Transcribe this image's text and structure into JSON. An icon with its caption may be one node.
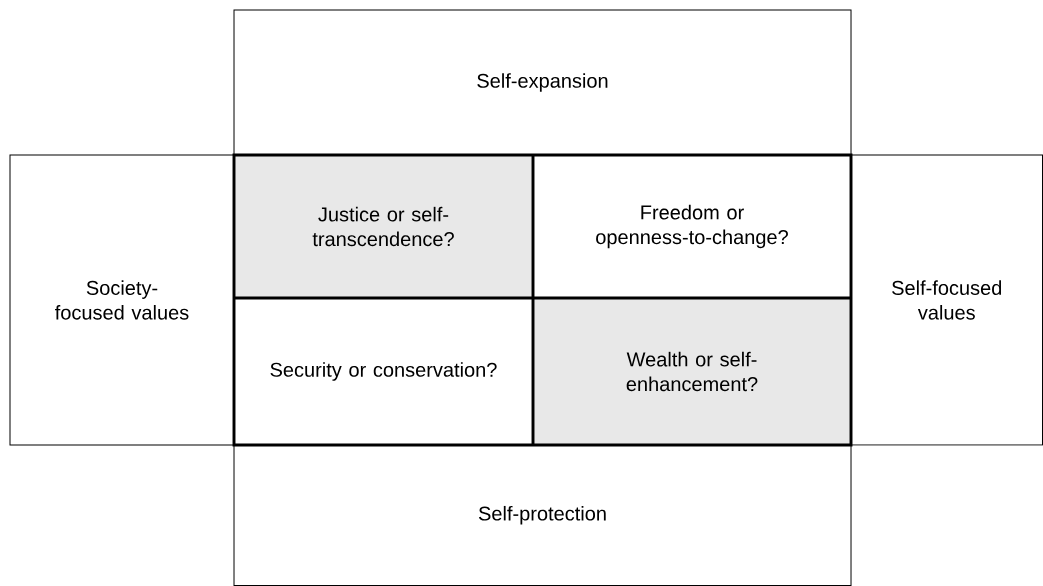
{
  "diagram": {
    "nodes": [
      {
        "text": [
          "Self-expansion"
        ]
      },
      {
        "text": [
          "Society-focused values"
        ]
      },
      {
        "text": [
          "Justice or self-transcendence?"
        ]
      },
      {
        "text": [
          "Freedom or openness-to-change?"
        ]
      },
      {
        "text": [
          "Self-focused values"
        ]
      },
      {
        "text": [
          "Security or conservation?"
        ]
      },
      {
        "text": [
          "Wealth or self-enhancement?"
        ]
      },
      {
        "text": [
          "Self-protection"
        ]
      }
    ]
  }
}
